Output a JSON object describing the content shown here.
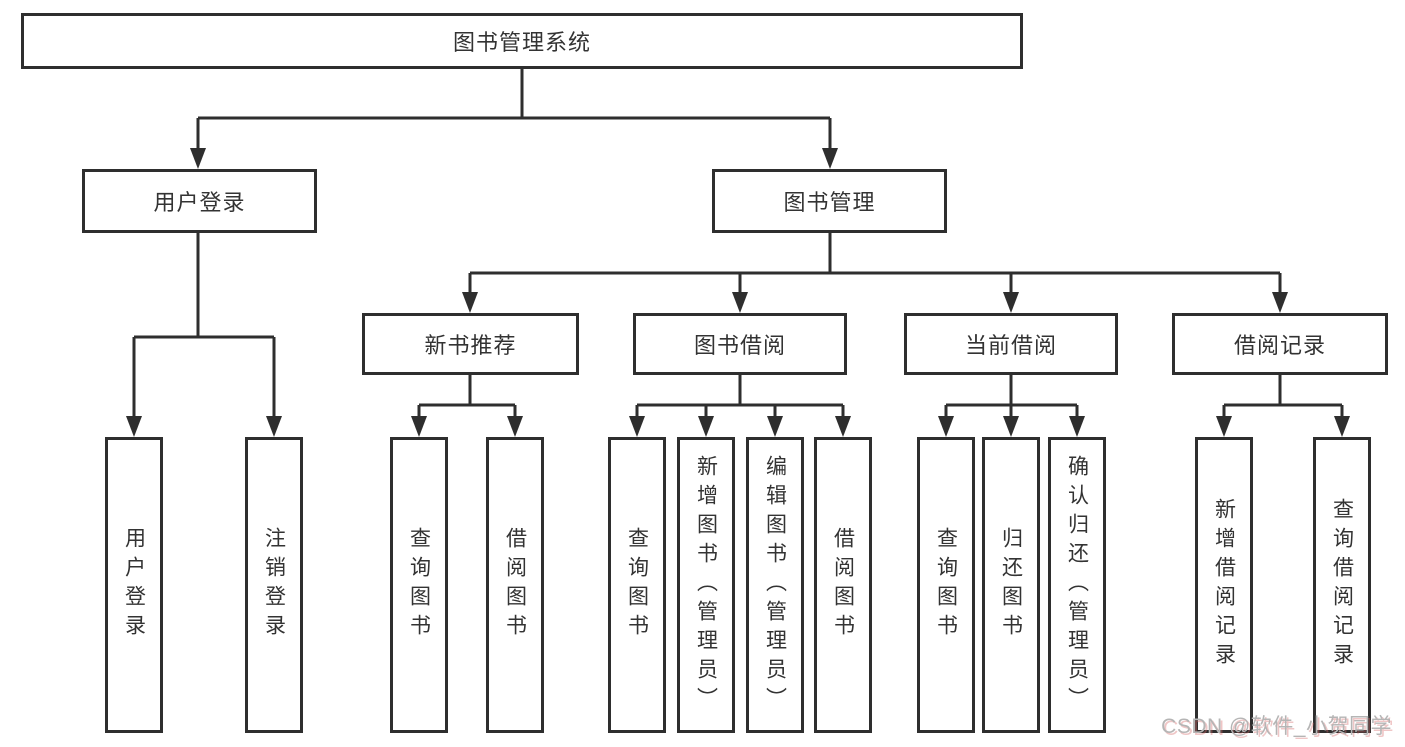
{
  "diagram": {
    "title": "图书管理系统",
    "root": {
      "label": "图书管理系统"
    },
    "level2": [
      {
        "label": "用户登录"
      },
      {
        "label": "图书管理"
      }
    ],
    "level3": [
      {
        "label": "新书推荐"
      },
      {
        "label": "图书借阅"
      },
      {
        "label": "当前借阅"
      },
      {
        "label": "借阅记录"
      }
    ],
    "leaves": [
      {
        "label": "用户登录"
      },
      {
        "label": "注销登录"
      },
      {
        "label": "查询图书"
      },
      {
        "label": "借阅图书"
      },
      {
        "label": "查询图书"
      },
      {
        "label": "新增图书（管理员）"
      },
      {
        "label": "编辑图书（管理员）"
      },
      {
        "label": "借阅图书"
      },
      {
        "label": "查询图书"
      },
      {
        "label": "归还图书"
      },
      {
        "label": "确认归还（管理员）"
      },
      {
        "label": "新增借阅记录"
      },
      {
        "label": "查询借阅记录"
      }
    ],
    "colors": {
      "line": "#2e2e2e",
      "box_border": "#2e2e2e",
      "box_background": "#ffffff",
      "text": "#333333"
    }
  },
  "watermark": {
    "text": "CSDN @软件_小贺同学",
    "color": "#b5b5b5"
  }
}
